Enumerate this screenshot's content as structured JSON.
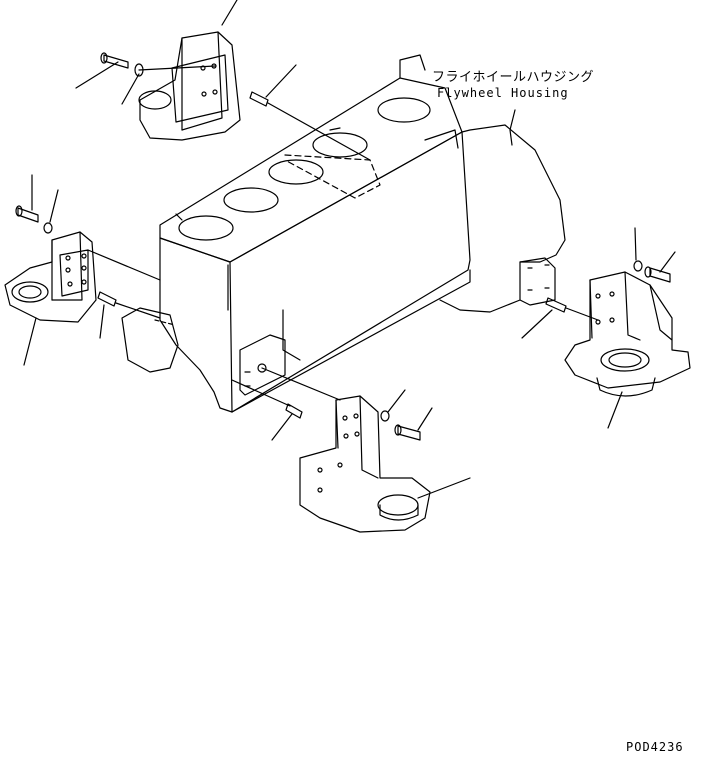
{
  "callouts": {
    "flywheel_housing_jp": "フライホイールハウジング",
    "flywheel_housing_en": "Flywheel Housing"
  },
  "drawing_code": "POD4236",
  "colors": {
    "line": "#000000",
    "background": "#ffffff"
  }
}
